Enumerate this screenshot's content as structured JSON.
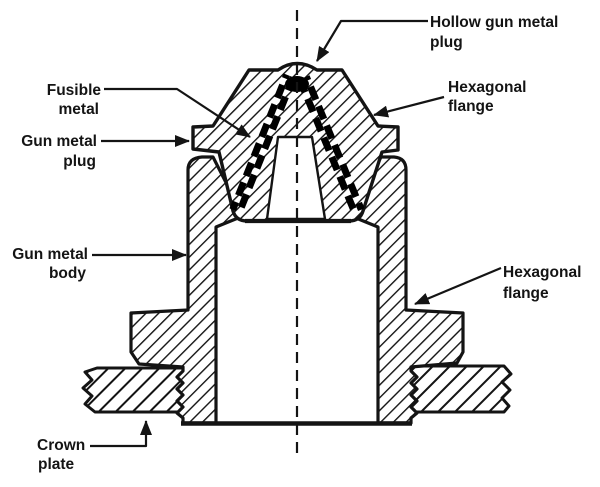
{
  "figure": {
    "colors": {
      "ink": "#141414",
      "paper": "#ffffff",
      "fusible_metal_fill": "#000000"
    },
    "labels": {
      "hollow_gun_metal_plug": {
        "line1": "Hollow gun metal",
        "line2": "plug"
      },
      "hexagonal_flange_top": {
        "line1": "Hexagonal",
        "line2": "flange"
      },
      "fusible_metal": {
        "line1": "Fusible",
        "line2": "metal"
      },
      "gun_metal_plug": {
        "line1": "Gun metal",
        "line2": "plug"
      },
      "gun_metal_body": {
        "line1": "Gun metal",
        "line2": "body"
      },
      "hexagonal_flange_bottom": {
        "line1": "Hexagonal",
        "line2": "flange"
      },
      "crown_plate": {
        "line1": "Crown",
        "line2": "plate"
      }
    }
  }
}
